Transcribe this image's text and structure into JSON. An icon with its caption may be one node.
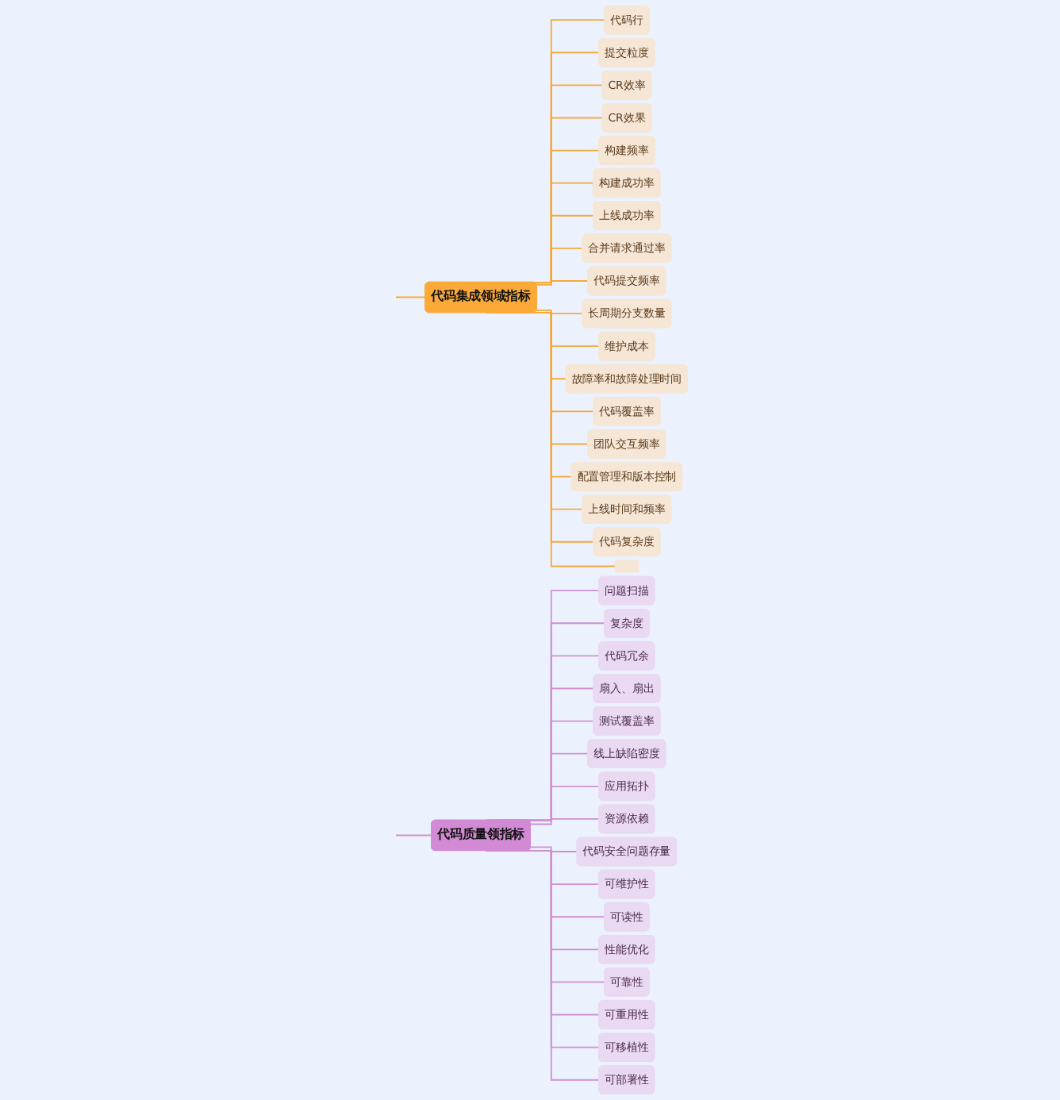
{
  "diagram": {
    "nodes": [
      {
        "text": [
          "代码集成领域指标"
        ]
      },
      {
        "text": [
          "代码行"
        ]
      },
      {
        "text": [
          "提交粒度"
        ]
      },
      {
        "text": [
          "CR效率"
        ]
      },
      {
        "text": [
          "CR效果"
        ]
      },
      {
        "text": [
          "构建频率"
        ]
      },
      {
        "text": [
          "构建成功率"
        ]
      },
      {
        "text": [
          "上线成功率"
        ]
      },
      {
        "text": [
          "合并请求通过率"
        ]
      },
      {
        "text": [
          "代码提交频率"
        ]
      },
      {
        "text": [
          "长周期分支数量"
        ]
      },
      {
        "text": [
          "维护成本"
        ]
      },
      {
        "text": [
          "故障率和故障处理时间"
        ]
      },
      {
        "text": [
          "代码覆盖率"
        ]
      },
      {
        "text": [
          "团队交互频率"
        ]
      },
      {
        "text": [
          "配置管理和版本控制"
        ]
      },
      {
        "text": [
          "上线时间和频率"
        ]
      },
      {
        "text": [
          "代码复杂度"
        ]
      },
      {
        "text": [],
        "shape": "box"
      },
      {
        "text": [
          "代码质量领指标"
        ]
      },
      {
        "text": [
          "问题扫描"
        ]
      },
      {
        "text": [
          "复杂度"
        ]
      },
      {
        "text": [
          "代码冗余"
        ]
      },
      {
        "text": [
          "扇入、扇出"
        ]
      },
      {
        "text": [
          "测试覆盖率"
        ]
      },
      {
        "text": [
          "线上缺陷密度"
        ]
      },
      {
        "text": [
          "应用拓扑"
        ]
      },
      {
        "text": [
          "资源依赖"
        ]
      },
      {
        "text": [
          "代码安全问题存量"
        ]
      },
      {
        "text": [
          "可维护性"
        ]
      },
      {
        "text": [
          "可读性"
        ]
      },
      {
        "text": [
          "性能优化"
        ]
      },
      {
        "text": [
          "可靠性"
        ]
      },
      {
        "text": [
          "可重用性"
        ]
      },
      {
        "text": [
          "可移植性"
        ]
      },
      {
        "text": [
          "可部署性"
        ]
      }
    ],
    "edges": [
      {
        "from": null,
        "to": 0,
        "arrow": "none"
      },
      {
        "from": 0,
        "to": 1,
        "arrow": "none"
      },
      {
        "from": 0,
        "to": 2,
        "arrow": "none"
      },
      {
        "from": 0,
        "to": 3,
        "arrow": "none"
      },
      {
        "from": 0,
        "to": 4,
        "arrow": "none"
      },
      {
        "from": 0,
        "to": 5,
        "arrow": "none"
      },
      {
        "from": 0,
        "to": 6,
        "arrow": "none"
      },
      {
        "from": 0,
        "to": 7,
        "arrow": "none"
      },
      {
        "from": 0,
        "to": 8,
        "arrow": "none"
      },
      {
        "from": 0,
        "to": 9,
        "arrow": "none"
      },
      {
        "from": 0,
        "to": 10,
        "arrow": "none"
      },
      {
        "from": 0,
        "to": 11,
        "arrow": "none"
      },
      {
        "from": 0,
        "to": 12,
        "arrow": "none"
      },
      {
        "from": 0,
        "to": 13,
        "arrow": "none"
      },
      {
        "from": 0,
        "to": 14,
        "arrow": "none"
      },
      {
        "from": 0,
        "to": 15,
        "arrow": "none"
      },
      {
        "from": 0,
        "to": 16,
        "arrow": "none"
      },
      {
        "from": 0,
        "to": 17,
        "arrow": "none"
      },
      {
        "from": 0,
        "to": 18,
        "arrow": "none"
      },
      {
        "from": null,
        "to": 19,
        "arrow": "none",
        "color": "#d08fd2"
      },
      {
        "from": 19,
        "to": 20,
        "arrow": "none",
        "color": "#d08fd2"
      },
      {
        "from": 19,
        "to": 21,
        "arrow": "none",
        "color": "#d08fd2"
      },
      {
        "from": 19,
        "to": 22,
        "arrow": "none",
        "color": "#d08fd2"
      },
      {
        "from": 19,
        "to": 23,
        "arrow": "none",
        "color": "#d08fd2"
      },
      {
        "from": 19,
        "to": 24,
        "arrow": "none",
        "color": "#d08fd2"
      },
      {
        "from": 19,
        "to": 25,
        "arrow": "none",
        "color": "#d08fd2"
      },
      {
        "from": 19,
        "to": 26,
        "arrow": "none",
        "color": "#d08fd2"
      },
      {
        "from": 19,
        "to": 27,
        "arrow": "none",
        "color": "#d08fd2"
      },
      {
        "from": 19,
        "to": 28,
        "arrow": "none",
        "color": "#d08fd2"
      },
      {
        "from": 19,
        "to": 29,
        "arrow": "none",
        "color": "#d08fd2"
      },
      {
        "from": 19,
        "to": 30,
        "arrow": "none",
        "color": "#d08fd2"
      },
      {
        "from": 19,
        "to": 31,
        "arrow": "none",
        "color": "#d08fd2"
      },
      {
        "from": 19,
        "to": 32,
        "arrow": "none",
        "color": "#d08fd2"
      },
      {
        "from": 19,
        "to": 33,
        "arrow": "none",
        "color": "#d08fd2"
      },
      {
        "from": 19,
        "to": 34,
        "arrow": "none",
        "color": "#d08fd2"
      },
      {
        "from": 19,
        "to": 35,
        "arrow": "none",
        "color": "#d08fd2"
      }
    ]
  }
}
